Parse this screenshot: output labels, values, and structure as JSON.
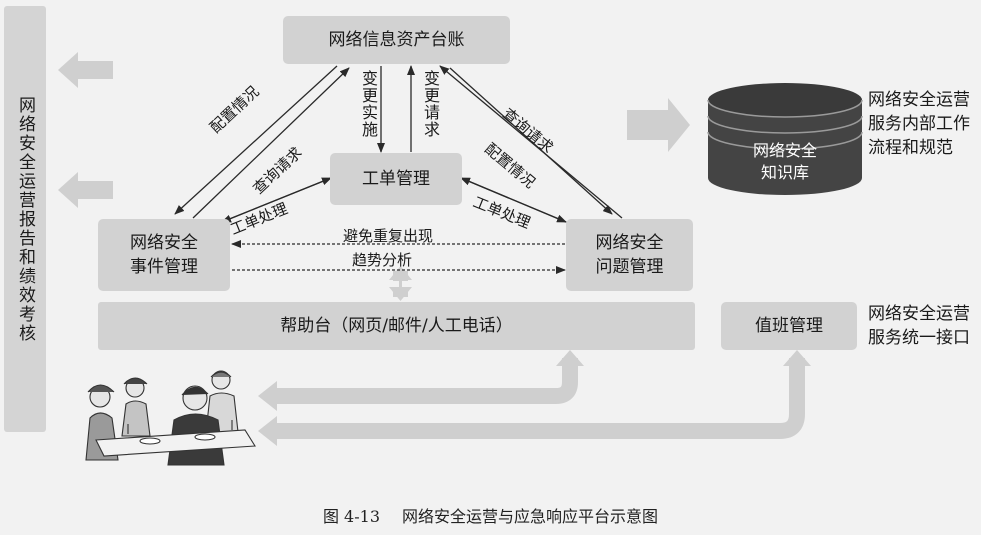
{
  "left_panel": {
    "label": "网络安全运营报告和绩效考核"
  },
  "nodes": {
    "asset_ledger": "网络信息资产台账",
    "work_order": "工单管理",
    "event_mgmt": "网络安全事件管理",
    "problem_mgmt": "网络安全问题管理",
    "help_desk": "帮助台（网页/邮件/人工电话）",
    "duty_mgmt": "值班管理",
    "knowledge_base": "网络安全知识库"
  },
  "edge_labels": {
    "change_implement": "变更实施",
    "change_request": "变更请求",
    "config_status_left": "配置情况",
    "query_request_left": "查询请求",
    "query_request_right": "查询请求",
    "config_status_right": "配置情况",
    "ticket_handling_left": "工单处理",
    "ticket_handling_right": "工单处理",
    "avoid_repeat": "避免重复出现",
    "trend_analysis": "趋势分析"
  },
  "side_notes": {
    "internal_workflow": "网络安全运营服务内部工作流程和规范",
    "unified_interface": "网络安全运营服务统一接口"
  },
  "illustration": {
    "icon": "people-at-table-illustration"
  },
  "caption": {
    "figure_no": "图 4-13",
    "title": "网络安全运营与应急响应平台示意图"
  }
}
